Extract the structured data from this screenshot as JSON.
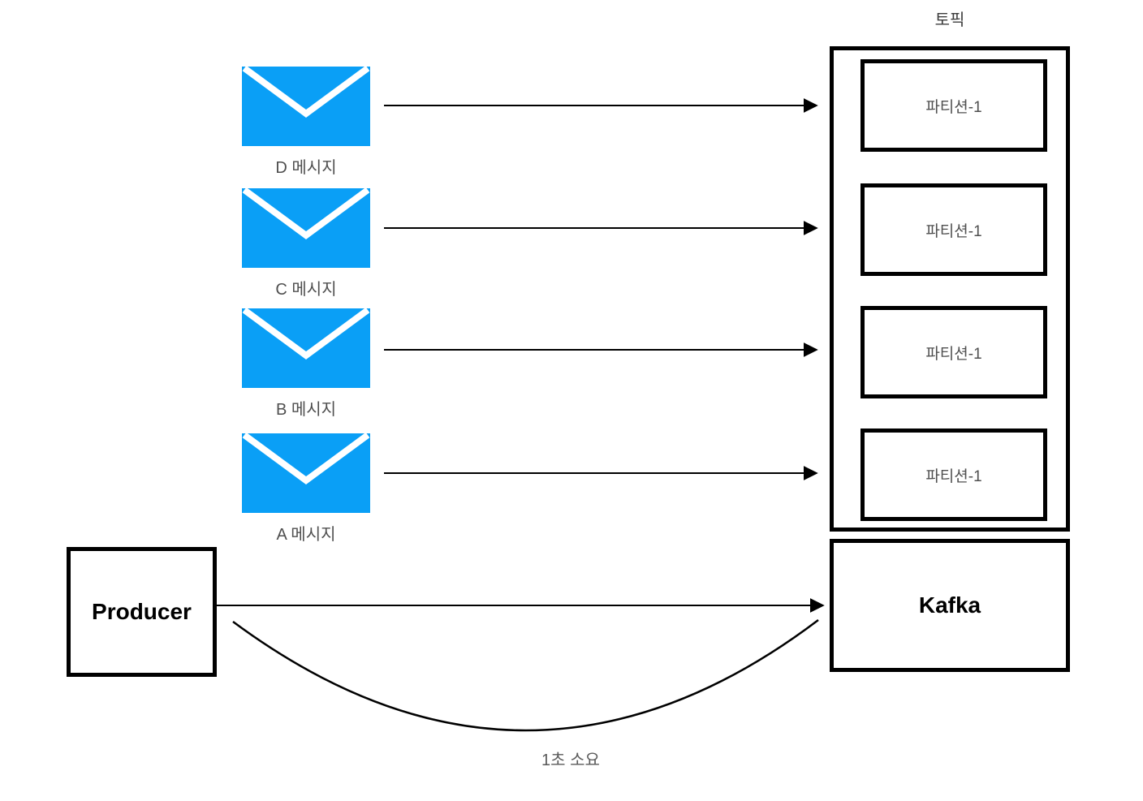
{
  "diagram": {
    "topic": {
      "label": "토픽",
      "partitions": [
        {
          "label": "파티션-1"
        },
        {
          "label": "파티션-1"
        },
        {
          "label": "파티션-1"
        },
        {
          "label": "파티션-1"
        }
      ]
    },
    "messages": [
      {
        "label": "D 메시지",
        "icon": "envelope-icon"
      },
      {
        "label": "C 메시지",
        "icon": "envelope-icon"
      },
      {
        "label": "B 메시지",
        "icon": "envelope-icon"
      },
      {
        "label": "A 메시지",
        "icon": "envelope-icon"
      }
    ],
    "producer": {
      "label": "Producer"
    },
    "kafka": {
      "label": "Kafka"
    },
    "latency_note": "1초 소요",
    "colors": {
      "envelope_blue": "#0A9FF6",
      "line_black": "#000000",
      "label_gray": "#4f4f4f"
    }
  }
}
